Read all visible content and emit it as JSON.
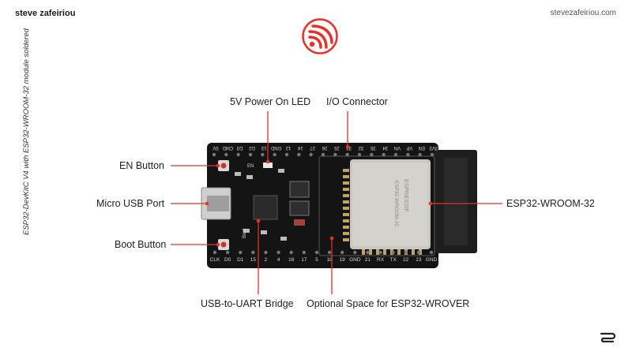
{
  "header": {
    "author": "steve zafeiriou",
    "site": "stevezafeiriou.com"
  },
  "caption": "ESP32-DevKitC V4 with ESP32-WROOM-32 module soldered",
  "labels": {
    "power_led": "5V Power On LED",
    "io_connector": "I/O Connector",
    "en_button": "EN Button",
    "micro_usb": "Micro USB Port",
    "boot_button": "Boot Button",
    "uart_bridge": "USB-to-UART Bridge",
    "optional_space": "Optional Space for ESP32-WROVER",
    "wroom": "ESP32-WROOM-32"
  },
  "board": {
    "top_pins": [
      "5V",
      "CMD",
      "D3",
      "D2",
      "13",
      "GND",
      "12",
      "14",
      "27",
      "26",
      "25",
      "33",
      "32",
      "35",
      "34",
      "VN",
      "VP",
      "EN",
      "3V3"
    ],
    "bottom_pins": [
      "CLK",
      "D0",
      "D1",
      "15",
      "2",
      "4",
      "16",
      "17",
      "5",
      "18",
      "19",
      "GND",
      "21",
      "RX",
      "TX",
      "22",
      "23",
      "GND"
    ],
    "silk_en": "EN",
    "silk_boot": "Boot",
    "module_text": [
      "ESPRESSIF",
      "ESP32-WROOM-32"
    ]
  },
  "colors": {
    "accent": "#e8302a",
    "board": "#141414",
    "module": "#c9c7c2",
    "pin_text": "#d8d8d8"
  }
}
